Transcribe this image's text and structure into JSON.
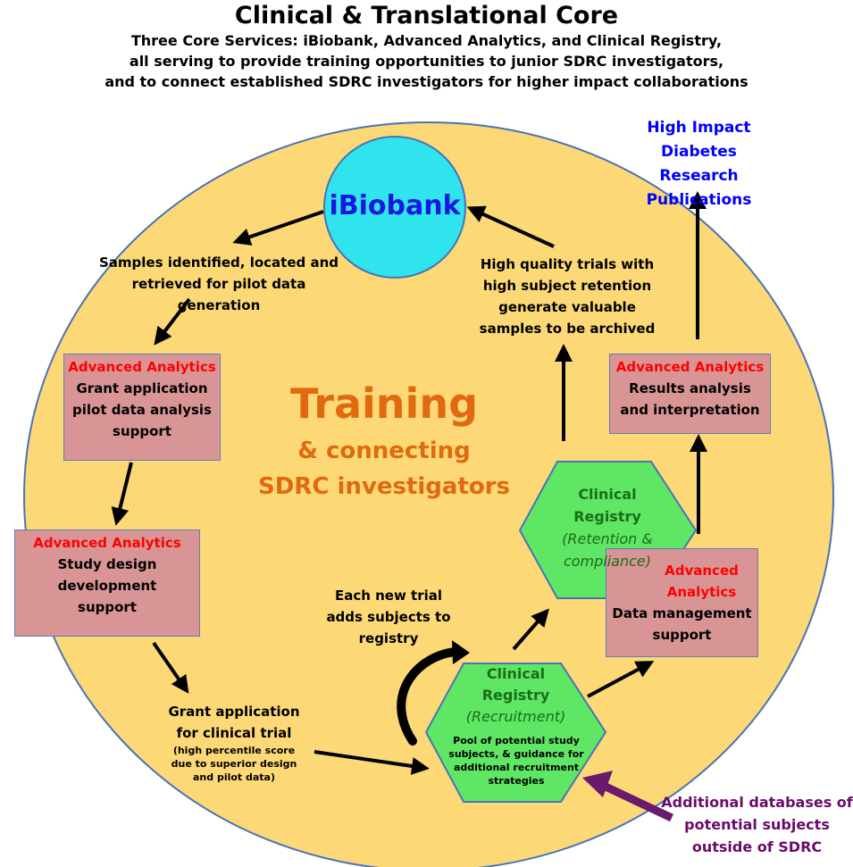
{
  "header": {
    "title": "Clinical & Translational Core",
    "subtitle_lines": [
      "Three Core Services: iBiobank, Advanced Analytics, and Clinical Registry,",
      "all serving to provide training opportunities to junior SDRC investigators,",
      "and to connect established SDRC investigators for higher impact collaborations"
    ]
  },
  "center": {
    "title": "Training",
    "line1": "& connecting",
    "line2": "SDRC investigators"
  },
  "ibiobank": {
    "label": "iBiobank"
  },
  "publications": {
    "lines": [
      "High Impact",
      "Diabetes Research",
      "Publications"
    ]
  },
  "nodes": {
    "samples": {
      "lines": [
        "Samples identified, located and",
        "retrieved for pilot data generation"
      ]
    },
    "high_quality": {
      "lines": [
        "High quality trials with",
        "high subject retention",
        "generate valuable",
        "samples to be archived"
      ]
    },
    "aa_grant": {
      "heading": "Advanced Analytics",
      "lines": [
        "Grant application",
        "pilot data analysis",
        "support"
      ]
    },
    "aa_study": {
      "heading": "Advanced Analytics",
      "lines": [
        "Study design",
        "development",
        "support"
      ]
    },
    "aa_results": {
      "heading": "Advanced Analytics",
      "lines": [
        "Results analysis",
        "and interpretation"
      ]
    },
    "aa_data": {
      "heading_lines": [
        "Advanced",
        "Analytics"
      ],
      "lines": [
        "Data management",
        "support"
      ]
    },
    "grant_trial": {
      "lines": [
        "Grant application",
        "for clinical trial"
      ],
      "small_lines": [
        "(high percentile score",
        "due to superior design",
        "and pilot data)"
      ]
    },
    "each_trial": {
      "lines": [
        "Each new trial",
        "adds subjects to",
        "registry"
      ]
    },
    "registry_retention": {
      "lines": [
        "Clinical",
        "Registry"
      ],
      "sub_lines": [
        "(Retention &",
        "compliance)"
      ]
    },
    "registry_recruit": {
      "lines": [
        "Clinical",
        "Registry"
      ],
      "sub": "(Recruitment)",
      "small_lines": [
        "Pool of potential study",
        "subjects, & guidance for",
        "additional recruitment",
        "strategies"
      ]
    },
    "additional": {
      "lines": [
        "Additional databases of",
        "potential subjects",
        "outside of SDRC"
      ]
    }
  },
  "colors": {
    "circle_fill": "#fcd976",
    "circle_stroke": "#4a72b8",
    "ibiobank_fill": "#30e4ee",
    "ibiobank_text": "#1818e0",
    "hex_fill": "#5fe664",
    "hex_stroke": "#4a72b8",
    "box_fill": "#d99595",
    "aa_text": "#ff0000",
    "training_text": "#e06a0f",
    "publications_text": "#0000ff",
    "additional_text": "#6a0a6a",
    "hex_text": "#1a6e1a"
  }
}
